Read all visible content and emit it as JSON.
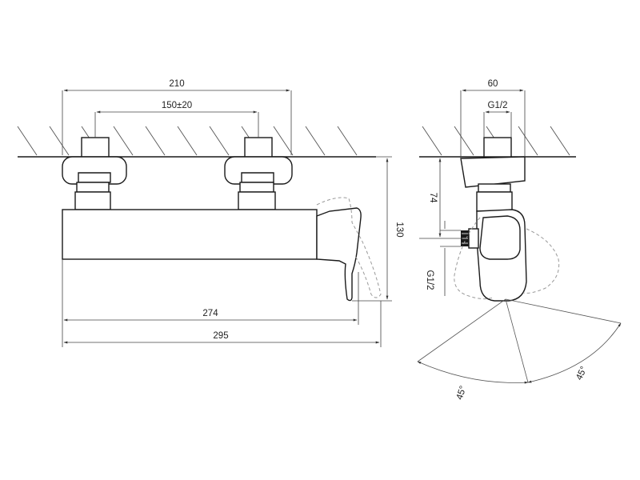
{
  "front_view": {
    "dim_width_top": "210",
    "dim_spacing": "150±20",
    "dim_height": "130",
    "dim_length_inner": "274",
    "dim_length_outer": "295"
  },
  "side_view": {
    "dim_depth": "60",
    "dim_thread_top": "G1/2",
    "dim_height_outlet": "74",
    "dim_thread_outlet": "G1/2",
    "angle_left": "45°",
    "angle_right": "45°"
  }
}
